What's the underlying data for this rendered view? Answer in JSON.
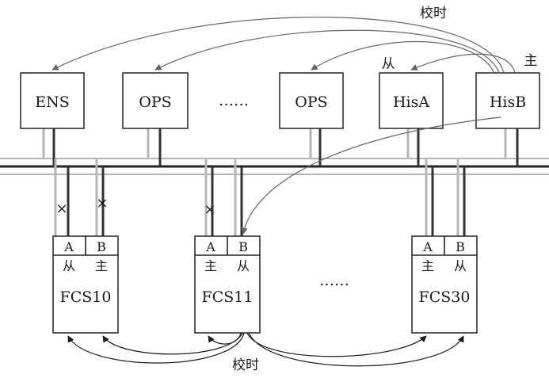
{
  "stations": {
    "ens": "ENS",
    "ops1": "OPS",
    "ellipsis": "……",
    "ops2": "OPS",
    "hisa": "HisA",
    "hisb": "HisB"
  },
  "sync_label_top": "校时",
  "sync_label_bottom": "校时",
  "hisa_role": "从",
  "hisb_role": "主",
  "controllers": {
    "fcs10": {
      "name": "FCS10",
      "port_a": "A",
      "port_b": "B",
      "role_a": "从",
      "role_b": "主"
    },
    "fcs11": {
      "name": "FCS11",
      "port_a": "A",
      "port_b": "B",
      "role_a": "主",
      "role_b": "从"
    },
    "fcs30": {
      "name": "FCS30",
      "port_a": "A",
      "port_b": "B",
      "role_a": "主",
      "role_b": "从"
    }
  },
  "controllers_ellipsis": "……",
  "fault_mark": "×",
  "colors": {
    "line_dark": "#222222",
    "line_light": "#b5b5b5",
    "arrow_gray": "#666666"
  }
}
